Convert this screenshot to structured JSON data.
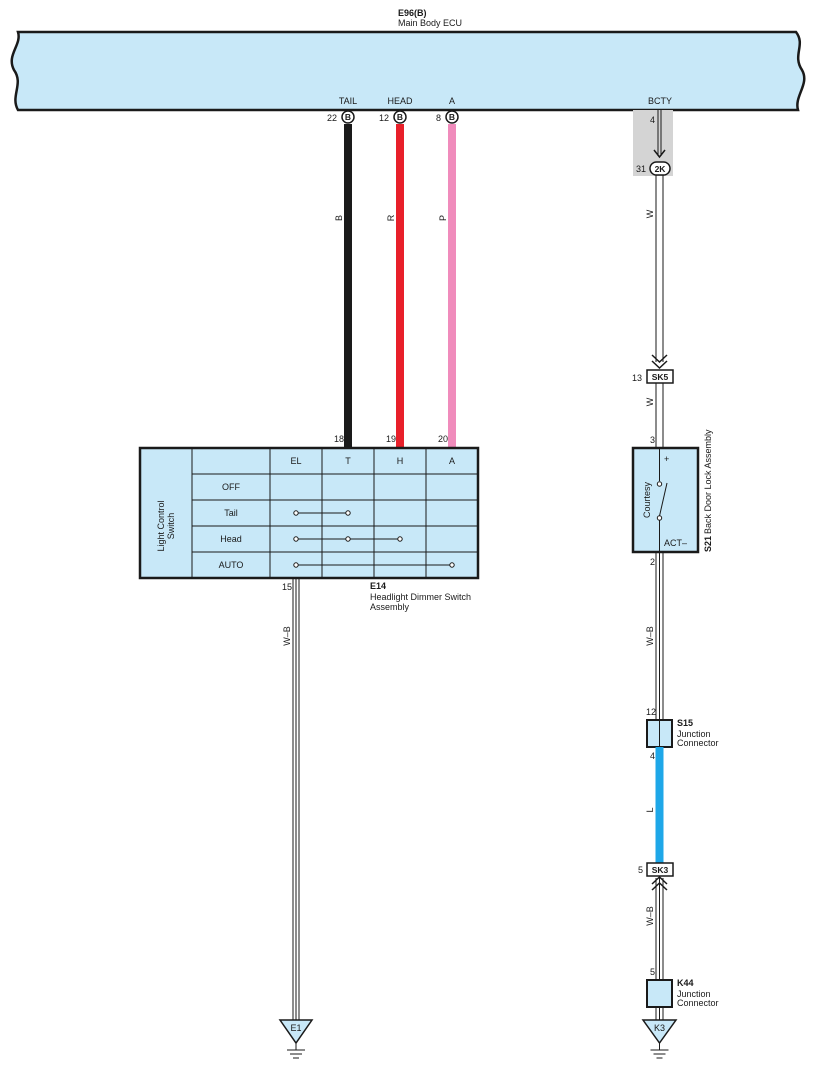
{
  "ecu": {
    "code": "E96(B)",
    "name": "Main Body ECU"
  },
  "ecu_pins": [
    {
      "label": "TAIL",
      "pin": "22",
      "conn": "B"
    },
    {
      "label": "HEAD",
      "pin": "12",
      "conn": "B"
    },
    {
      "label": "A",
      "pin": "8",
      "conn": "B"
    },
    {
      "label": "BCTY",
      "pin": "4"
    }
  ],
  "wires": {
    "tail": {
      "color_code": "B",
      "hex": "#1a1a1a"
    },
    "head": {
      "color_code": "R",
      "hex": "#e8202a"
    },
    "a": {
      "color_code": "P",
      "hex": "#f08cbc"
    },
    "ground_left": {
      "color_code": "W–B"
    },
    "bcty": {
      "color_code": "W"
    },
    "bcty2": {
      "color_code": "W"
    },
    "s21_out": {
      "color_code": "W–B"
    },
    "s15_out": {
      "color_code": "L",
      "hex": "#1ea7e8"
    },
    "sk3_out": {
      "color_code": "W–B"
    }
  },
  "junction_2k": {
    "pin": "31",
    "label": "2K"
  },
  "junction_sk5": {
    "pin": "13",
    "label": "SK5"
  },
  "junction_sk3": {
    "pin": "5",
    "label": "SK3"
  },
  "e14": {
    "pins": [
      "18",
      "19",
      "20"
    ],
    "ground_pin": "15",
    "code": "E14",
    "name_line1": "Headlight Dimmer Switch",
    "name_line2": "Assembly",
    "side_label_line1": "Light Control",
    "side_label_line2": "Switch",
    "columns": [
      "EL",
      "T",
      "H",
      "A"
    ],
    "rows": [
      "OFF",
      "Tail",
      "Head",
      "AUTO"
    ]
  },
  "s21": {
    "pin_top": "3",
    "pin_bottom": "2",
    "plus": "+",
    "switch_label": "Courtesy",
    "act": "ACT–",
    "code": "S21",
    "name": "Back Door Lock Assembly"
  },
  "s15": {
    "pin_top": "12",
    "pin_bottom": "4",
    "code": "S15",
    "name_line1": "Junction",
    "name_line2": "Connector"
  },
  "k44": {
    "pin": "5",
    "code": "K44",
    "name_line1": "Junction",
    "name_line2": "Connector"
  },
  "grounds": {
    "left": "E1",
    "right": "K3"
  },
  "colors": {
    "panel_fill": "#c8e8f8",
    "panel_stroke": "#1a1a1a",
    "highlight_gray": "#d4d4d4"
  }
}
